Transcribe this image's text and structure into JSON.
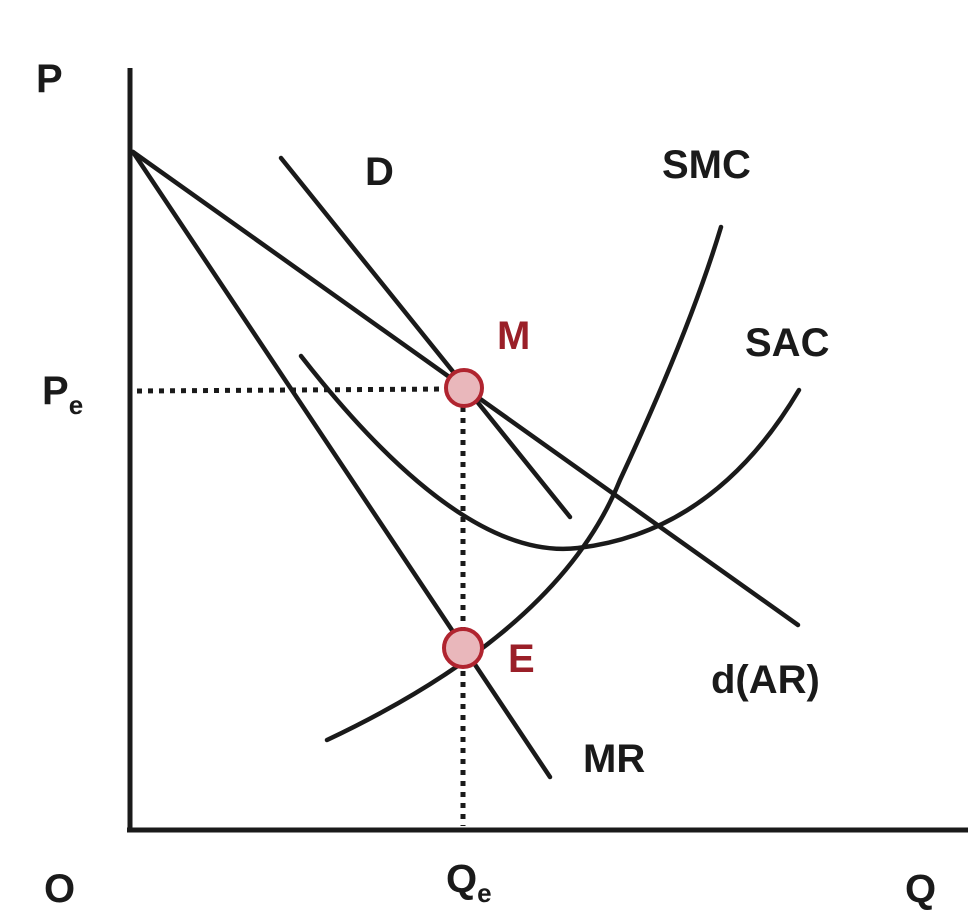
{
  "axes": {
    "y_label": "P",
    "x_label": "Q",
    "origin_label": "O",
    "price_tick": {
      "main": "P",
      "sub": "e"
    },
    "quantity_tick": {
      "main": "Q",
      "sub": "e"
    }
  },
  "curves": {
    "d_ar": "d(AR)",
    "D": "D",
    "MR": "MR",
    "SMC": "SMC",
    "SAC": "SAC"
  },
  "points": {
    "M": "M",
    "E": "E"
  },
  "colors": {
    "line": "#1a1a1a",
    "point_fill": "#e9b7bb",
    "point_stroke": "#b0242f",
    "point_label": "#9a1f28",
    "background": "#ffffff"
  }
}
